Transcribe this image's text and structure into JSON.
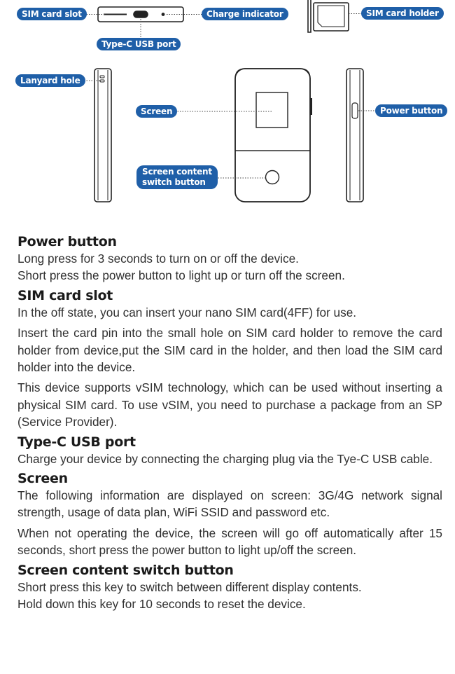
{
  "callouts": {
    "sim_card_slot": "SIM card slot",
    "charge_indicator": "Charge indicator",
    "sim_card_holder": "SIM card holder",
    "type_c_usb_port": "Type-C USB port",
    "lanyard_hole": "Lanyard hole",
    "screen": "Screen",
    "power_button": "Power button",
    "screen_switch_line1": "Screen content",
    "screen_switch_line2": "switch button"
  },
  "sections": [
    {
      "title": "Power button",
      "paragraphs": [
        "Long press for 3 seconds to turn on or off the device.\nShort press the power button to light up or turn off the screen."
      ]
    },
    {
      "title": "SIM card slot",
      "paragraphs": [
        "In the off state, you can insert your nano SIM card(4FF) for use.",
        "Insert the card pin into the small hole on SIM card holder to remove the card holder from device,put the SIM card in the holder, and then load the SIM card holder into the device.",
        "This device supports vSIM technology, which can be used without inserting a physical SIM card. To use vSIM, you need to purchase a package from an SP (Service Provider)."
      ]
    },
    {
      "title": "Type-C USB port",
      "paragraphs": [
        "Charge your device by connecting the charging plug via the Tye-C USB cable."
      ]
    },
    {
      "title": "Screen",
      "paragraphs": [
        "The following information are displayed on screen: 3G/4G network signal strength, usage of data plan, WiFi SSID and password etc.",
        "When not operating the device, the screen will go off automatically after 15 seconds, short press the power button to light up/off the screen."
      ]
    },
    {
      "title": "Screen content switch button",
      "paragraphs": [
        "Short press this key to switch between different display contents.\nHold down this key for 10 seconds to reset the device."
      ]
    }
  ],
  "colors": {
    "label_bg": "#1f5fa8",
    "label_text": "#ffffff",
    "text": "#303030",
    "outline": "#222222"
  }
}
